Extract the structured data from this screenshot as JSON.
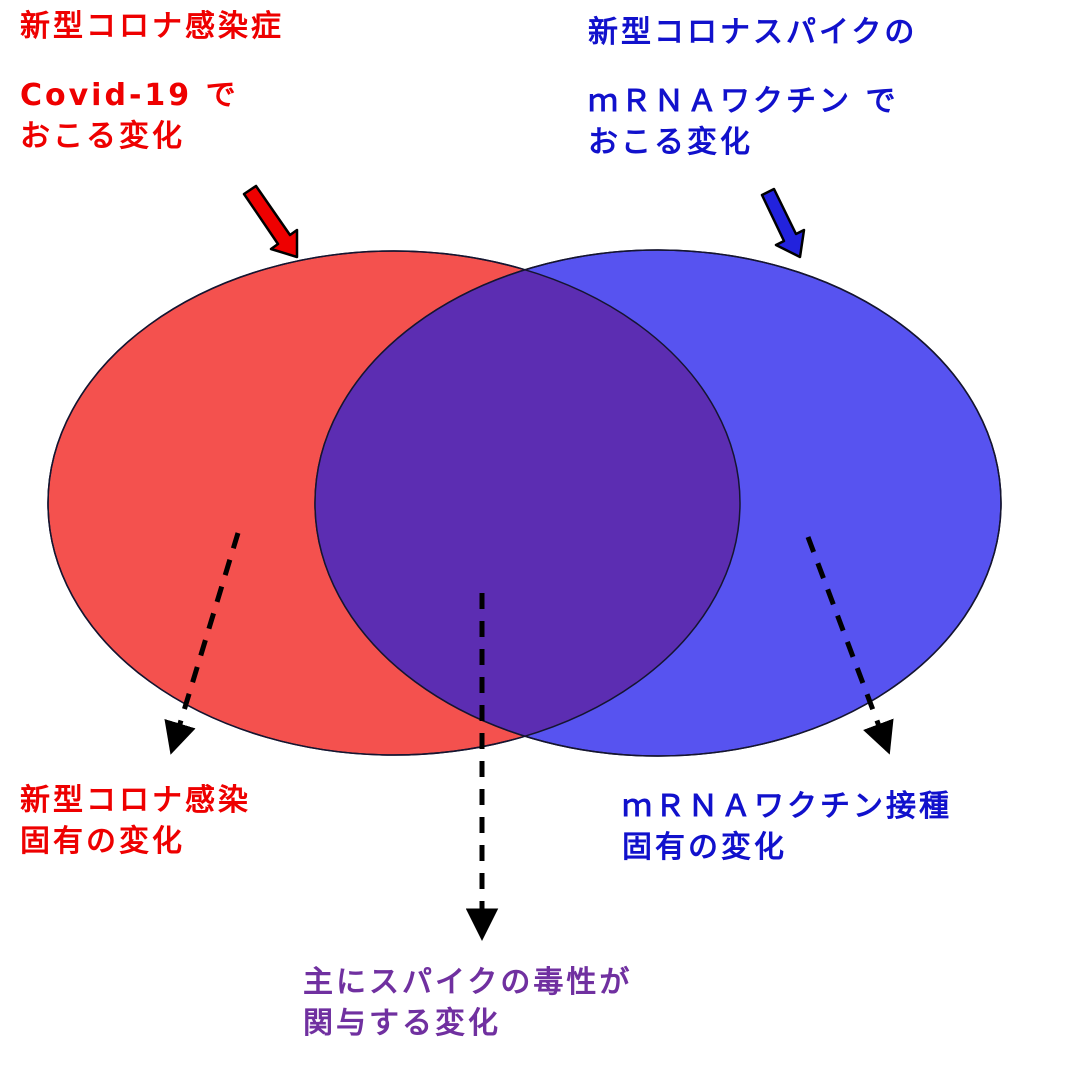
{
  "diagram_type": "venn",
  "colors": {
    "left_circle": "#f4514e",
    "right_circle": "#5753f0",
    "overlap": "#5c2db2",
    "outline": "#151530",
    "red_text": "#ee0000",
    "blue_text": "#1111cc",
    "purple_text": "#7030a0",
    "arrow_red": "#ee0000",
    "arrow_blue": "#2222dd",
    "dashed_arrow": "#000000"
  },
  "labels": {
    "top_left": {
      "line1": "新型コロナ感染症",
      "line2": "Covid-19 で",
      "line3": "おこる変化"
    },
    "top_right": {
      "line1": "新型コロナスパイクの",
      "line2": "ｍＲＮＡワクチン で",
      "line3": "おこる変化"
    },
    "bottom_left": {
      "line1": "新型コロナ感染",
      "line2": "固有の変化"
    },
    "bottom_right": {
      "line1": "ｍＲＮＡワクチン接種",
      "line2": "固有の変化"
    },
    "bottom_center": {
      "line1": "主にスパイクの毒性が",
      "line2": "関与する変化"
    }
  }
}
